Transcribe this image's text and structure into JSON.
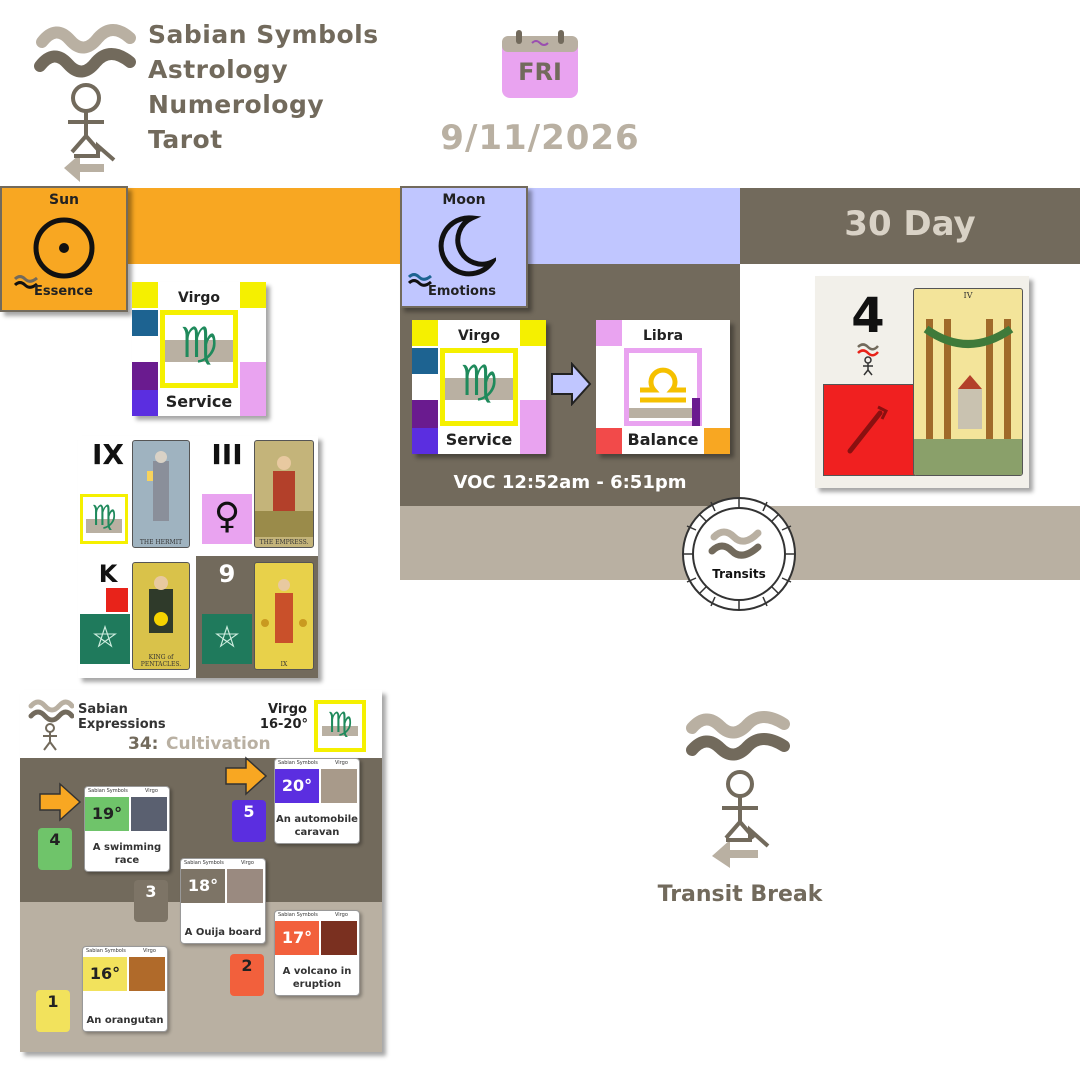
{
  "brand": {
    "lines": [
      "Sabian Symbols",
      "Astrology",
      "Numerology",
      "Tarot"
    ]
  },
  "date": {
    "weekday": "FRI",
    "date": "9/11/2026"
  },
  "sun": {
    "title": "Sun",
    "subtitle": "Essence",
    "sign": "Virgo",
    "keyword": "Service",
    "tarot": [
      {
        "numeral": "IX",
        "card_name": "THE HERMIT"
      },
      {
        "numeral": "III",
        "card_name": "THE EMPRESS."
      },
      {
        "numeral": "K",
        "card_name": "KING of PENTACLES."
      },
      {
        "numeral": "9",
        "card_name": "IX"
      }
    ]
  },
  "moon": {
    "title": "Moon",
    "subtitle": "Emotions",
    "from_sign": "Virgo",
    "from_keyword": "Service",
    "to_sign": "Libra",
    "to_keyword": "Balance",
    "voc": "VOC 12:52am - 6:51pm"
  },
  "thirty_day": {
    "title": "30 Day",
    "number": "4",
    "card_numeral": "IV"
  },
  "transits": {
    "label": "Transits"
  },
  "transit_break": {
    "label": "Transit Break"
  },
  "sabian": {
    "title_line1": "Sabian",
    "title_line2": "Expressions",
    "sign_line1": "Virgo",
    "sign_line2": "16-20°",
    "theme_number": "34:",
    "theme_word": "Cultivation",
    "card_header": "Sabian Symbols",
    "card_sign": "Virgo",
    "degrees": [
      {
        "deg": "20°",
        "phrase": "An automobile caravan",
        "num": "5",
        "color": "#5b2ee0"
      },
      {
        "deg": "19°",
        "phrase": "A swimming race",
        "num": "4",
        "color": "#6fc46a"
      },
      {
        "deg": "18°",
        "phrase": "A Ouija board",
        "num": "3",
        "color": "#7d7466"
      },
      {
        "deg": "17°",
        "phrase": "A volcano in eruption",
        "num": "2",
        "color": "#f2603c"
      },
      {
        "deg": "16°",
        "phrase": "An orangutan",
        "num": "1",
        "color": "#f2e25c"
      }
    ]
  },
  "colors": {
    "brand_taupe": "#726a5c",
    "sun_orange": "#f8a722",
    "moon_lavender": "#c0c6ff",
    "stone": "#b9b0a2",
    "pink": "#e9a3f0"
  }
}
